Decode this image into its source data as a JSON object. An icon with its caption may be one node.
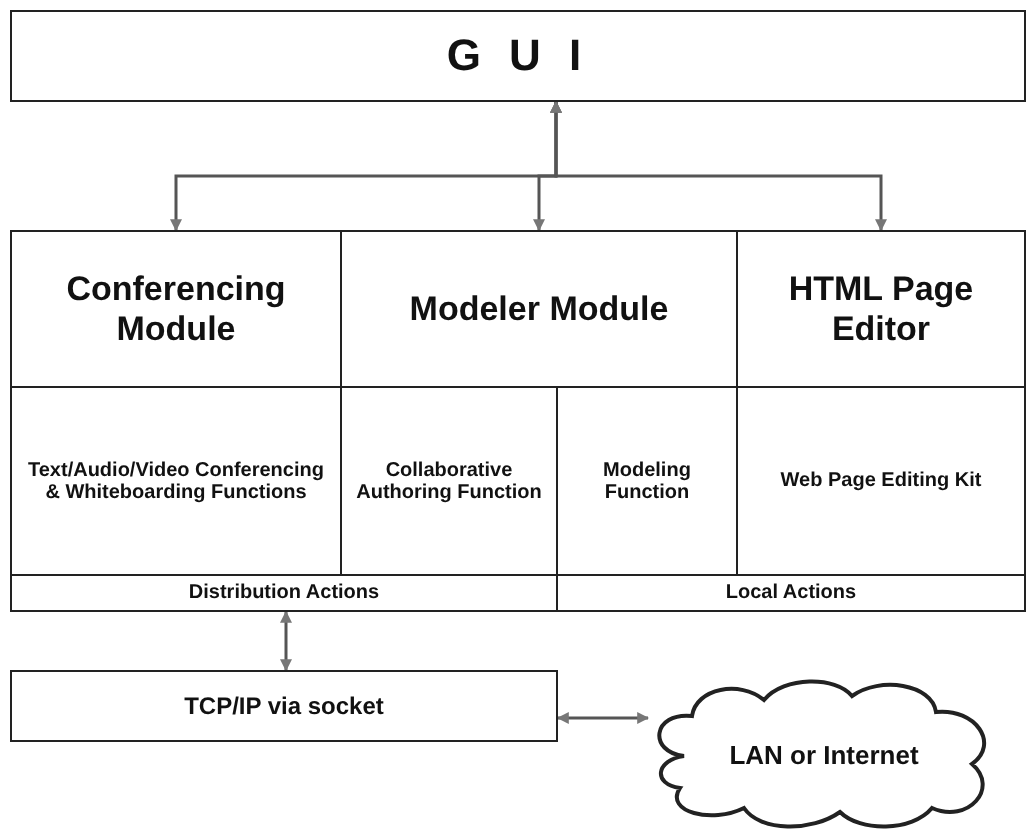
{
  "diagram": {
    "nodes": [
      {
        "text": [
          "G U I"
        ]
      },
      {
        "text": [
          "Conferencing Module"
        ]
      },
      {
        "text": [
          "Modeler Module"
        ]
      },
      {
        "text": [
          "HTML Page Editor"
        ]
      },
      {
        "text": [
          "Text/Audio/Video Conferencing & Whiteboarding Functions"
        ]
      },
      {
        "text": [
          "Collaborative Authoring Function"
        ]
      },
      {
        "text": [
          "Modeling Function"
        ]
      },
      {
        "text": [
          "Web Page Editing Kit"
        ]
      },
      {
        "text": [
          "Distribution Actions"
        ]
      },
      {
        "text": [
          "Local Actions"
        ]
      },
      {
        "text": [
          "TCP/IP via socket"
        ]
      },
      {
        "text": [
          "LAN or Internet"
        ]
      }
    ],
    "edges": [
      {
        "from": 0,
        "to": 1,
        "arrow": "both"
      },
      {
        "from": 0,
        "to": 2,
        "arrow": "both"
      },
      {
        "from": 0,
        "to": 3,
        "arrow": "both"
      },
      {
        "from": 8,
        "to": 10,
        "arrow": "both"
      },
      {
        "from": 10,
        "to": 11,
        "arrow": "both"
      }
    ]
  }
}
